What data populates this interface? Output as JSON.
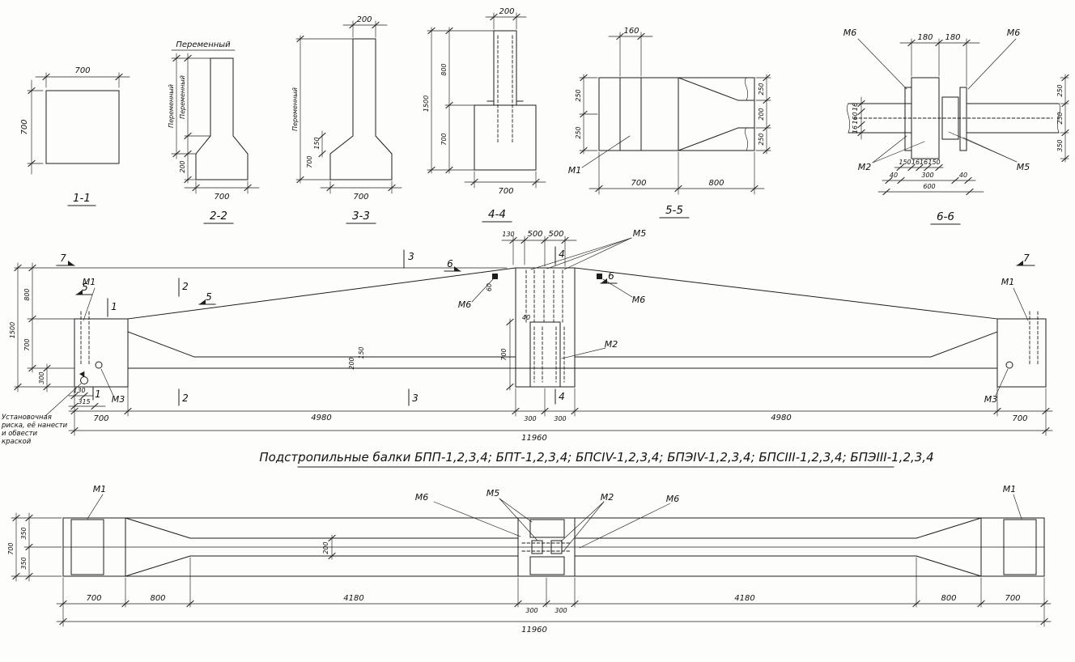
{
  "title": "Подстропильные балки БПП-1,2,3,4; БПТ-1,2,3,4; БПСIV-1,2,3,4; БПЭIV-1,2,3,4; БПСIII-1,2,3,4; БПЭIII-1,2,3,4",
  "sections": {
    "s11": {
      "label": "1-1",
      "dim_top": "700",
      "dim_left": "700"
    },
    "s22": {
      "label": "2-2",
      "head": "Переменный",
      "dim_left_outer": "Переменный",
      "dim_left_inner": "Переменный",
      "dim_base": "200",
      "dim_bottom": "700"
    },
    "s33": {
      "label": "3-3",
      "dim_top": "200",
      "dim_left": "Переменный",
      "dim_left2": "150",
      "dim_left3": "700",
      "dim_bottom": "700"
    },
    "s44": {
      "label": "4-4",
      "dim_top": "200",
      "dim_total": "1500",
      "dim_upper": "800",
      "dim_lower": "700",
      "dim_bottom": "700"
    },
    "s55": {
      "label": "5-5",
      "dim_top": "160",
      "dim_l1": "250",
      "dim_l2": "250",
      "dim_r1": "250",
      "dim_r2": "200",
      "dim_r3": "250",
      "mark_m1": "М1",
      "dim_b1": "700",
      "dim_b2": "800"
    },
    "s66": {
      "label": "6-6",
      "dim_t1": "180",
      "dim_t2": "180",
      "mark_m6l": "М6",
      "mark_m6r": "М6",
      "mark_m2": "М2",
      "mark_m5": "М5",
      "dim_l1": "16",
      "dim_l2": "160",
      "dim_l3": "16",
      "dim_r1": "250",
      "dim_r2": "250",
      "dim_r3": "350",
      "dim_s1": "150",
      "dim_s2": "16",
      "dim_s3": "16",
      "dim_s4": "150",
      "dim_40l": "40",
      "dim_40r": "40",
      "dim_300": "300",
      "dim_600": "600"
    }
  },
  "elevation": {
    "cuts": {
      "c1": "1",
      "c2": "2",
      "c3": "3",
      "c4": "4",
      "c5": "5",
      "c6": "6",
      "c7": "7"
    },
    "marks": {
      "m1": "М1",
      "m2": "М2",
      "m3": "М3",
      "m5": "М5",
      "m6": "М6"
    },
    "dims": {
      "h_total": "1500",
      "h_top": "800",
      "h_bottom": "700",
      "h_foot": "300",
      "top_130": "130",
      "top_500a": "500",
      "top_500b": "500",
      "apex_60": "60",
      "apex_40": "40",
      "joint_700": "700",
      "mid_150": "150",
      "mid_200": "200",
      "b_130": "130",
      "b_315": "315",
      "b_700l": "700",
      "b_4980l": "4980",
      "b_300l": "300",
      "b_300r": "300",
      "b_4980r": "4980",
      "b_700r": "700",
      "b_total": "11960"
    },
    "note": [
      "Установочная",
      "риска, её нанести",
      "и обвести",
      "краской"
    ]
  },
  "plan": {
    "marks": {
      "m1l": "М1",
      "m1r": "М1",
      "m6l": "М6",
      "m5": "М5",
      "m2": "М2",
      "m6r": "М6"
    },
    "dims": {
      "h_total": "700",
      "h_top": "350",
      "h_bottom": "350",
      "web_200": "200",
      "b_700l": "700",
      "b_800l": "800",
      "b_4180l": "4180",
      "b_300l": "300",
      "b_300r": "300",
      "b_4180r": "4180",
      "b_800r": "800",
      "b_700r": "700",
      "b_total": "11960"
    }
  }
}
